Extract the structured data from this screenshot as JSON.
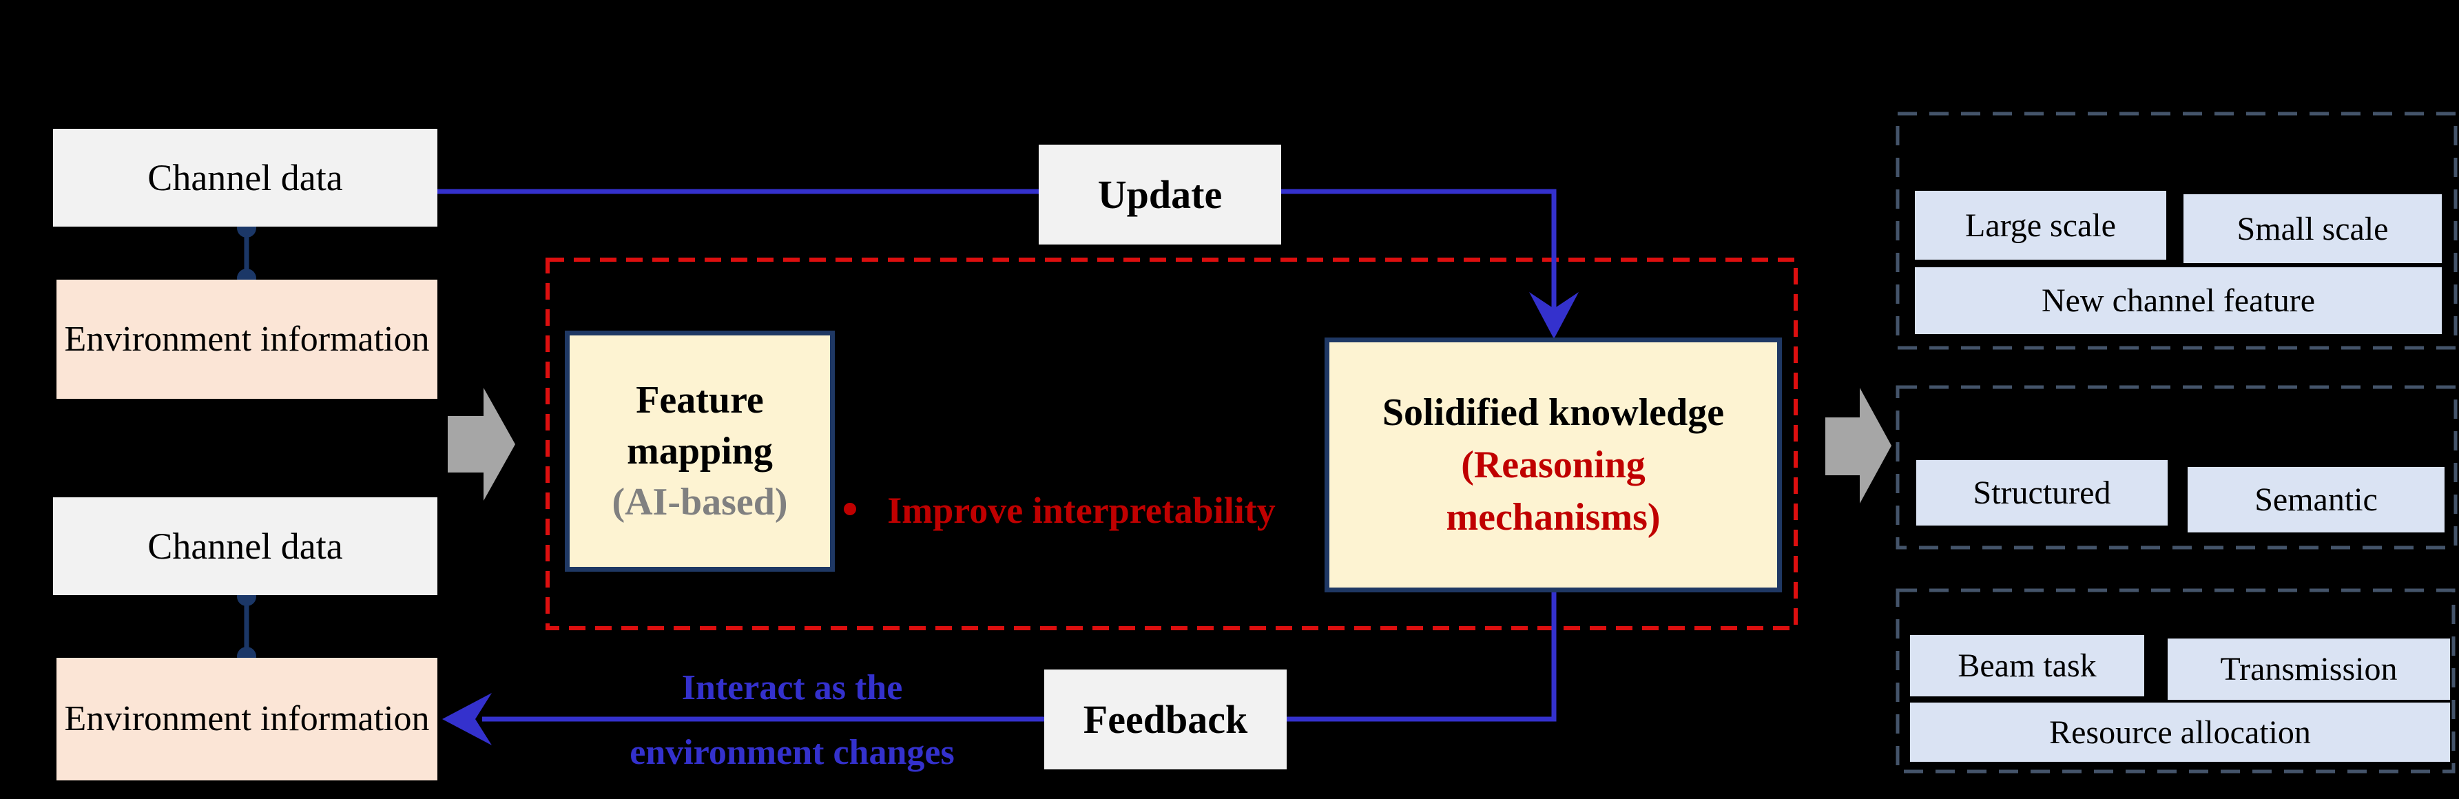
{
  "figure": {
    "description": "Flow diagram: channel data and environment information are mapped by AI-based feature mapping into solidified knowledge with reasoning mechanisms, producing channel features, knowledge types and tasks",
    "background": "#000000"
  },
  "inputs": {
    "channel_data": "Channel data",
    "environment_information": "Environment information"
  },
  "pipeline": {
    "feature_mapping_lines": [
      "Feature",
      "mapping"
    ],
    "feature_mapping_subtitle": "(AI-based)",
    "improve_note": "Improve interpretability",
    "solidified_title": "Solidified knowledge",
    "solidified_subtitle_lines": [
      "(Reasoning",
      "mechanisms)"
    ]
  },
  "flows": {
    "update_label": "Update",
    "feedback_label": "Feedback",
    "interact_lines": [
      "Interact as the",
      "environment changes"
    ]
  },
  "outputs": {
    "features": [
      "Large scale",
      "Small scale",
      "New channel feature"
    ],
    "knowledge": [
      "Structured",
      "Semantic"
    ],
    "tasks": [
      "Beam task",
      "Transmission",
      "Resource allocation"
    ]
  },
  "colors": {
    "background": "#000000",
    "light_box": "#f2f2f2",
    "peach_box": "#fbe5d6",
    "cream_box": "#fdf3d2",
    "navy_border": "#1f3864",
    "connector_navy": "#1b3767",
    "flow_blue": "#3431cd",
    "dashed_red": "#dd0f0f",
    "dark_red_text": "#c00000",
    "gray_arrow": "#a6a6a6",
    "output_box_blue": "#dae3f3",
    "output_dashed_border": "#44546a"
  }
}
